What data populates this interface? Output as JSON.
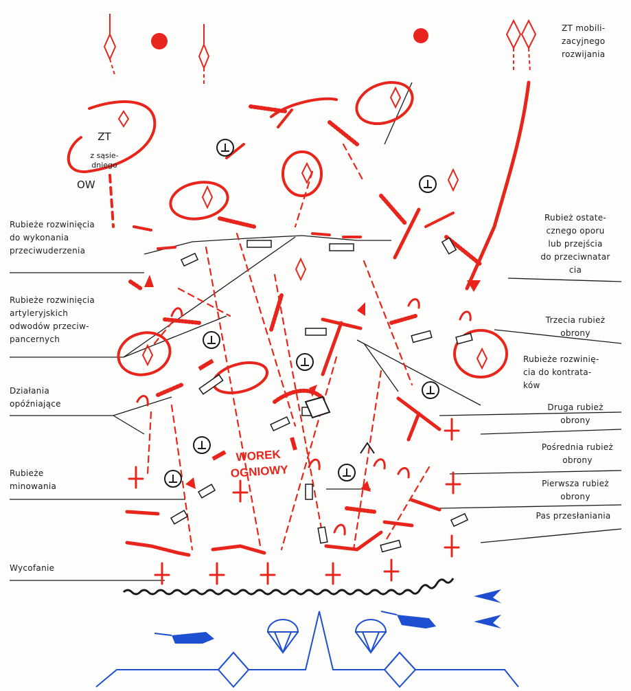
{
  "labels": {
    "zt_adjacent_title": "ZT",
    "zt_adjacent_sub": "z sąsie-\ndniego",
    "zt_adjacent_ow": "OW",
    "zt_mobilization": "ZT mobili-\nzacyjnego\nrozwijania",
    "counterstrike_lines": "Rubieże rozwinięcia\ndo wykonania\nprzeciwuderzenia",
    "antitank_lines": "Rubieże rozwinięcia\nartyleryjskich\nodwodów przeciw-\npancernych",
    "delaying_actions": "Działania\nopóźniające",
    "mining_lines": "Rubieże\nminowania",
    "withdrawal": "Wycofanie",
    "last_support_line": "Rubież ostate-\ncznego oporu\nlub przejścia\ndo przeciwnatar\ncia",
    "third_defence_line": "Trzecia rubież\nobrony",
    "counterattack_lines": "Rubieże rozwinię-\ncia do kontrata-\nków",
    "second_defence_line": "Druga rubież\nobrony",
    "intermediate_defence_line": "Pośrednia rubież\nobrony",
    "first_defence_line": "Pierwsza rubież\nobrony",
    "security_zone": "Pas przesłaniania",
    "fire_pocket": "WOREK\nOGNIOWY"
  },
  "colors": {
    "own_forces": "#e8251c",
    "enemy_forces": "#1f4fd1",
    "ink": "#1a1a1a"
  },
  "icons": [
    "diamond-unit-icon",
    "parachute-icon",
    "aircraft-icon",
    "tank-icon",
    "artillery-icon",
    "minefield-icon",
    "objective-circle-icon"
  ]
}
